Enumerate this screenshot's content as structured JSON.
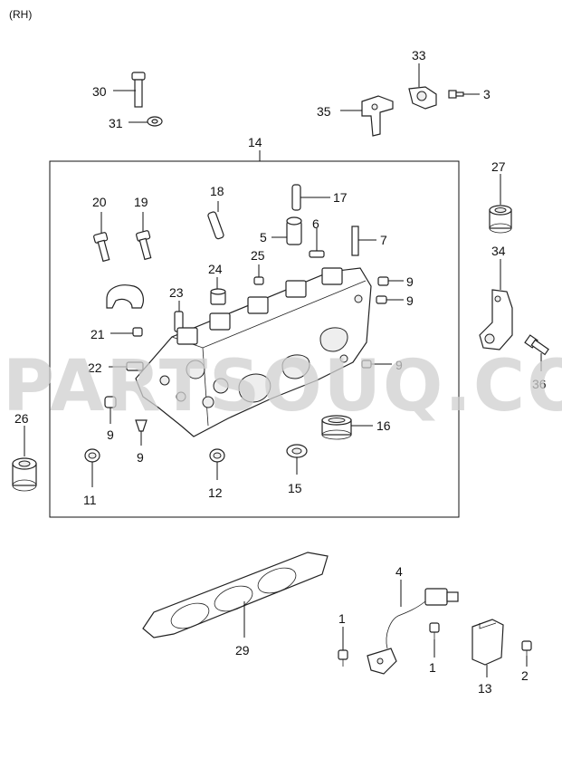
{
  "header": {
    "variant": "(RH)"
  },
  "watermark": {
    "text": "PARTSOUQ.COM"
  },
  "labels": {
    "p1a": "1",
    "p1b": "1",
    "p2": "2",
    "p3": "3",
    "p4": "4",
    "p5": "5",
    "p6": "6",
    "p7": "7",
    "p9a": "9",
    "p9b": "9",
    "p9c": "9",
    "p9d": "9",
    "p9e": "9",
    "p11": "11",
    "p12": "12",
    "p13": "13",
    "p14": "14",
    "p15": "15",
    "p16": "16",
    "p17": "17",
    "p18": "18",
    "p19": "19",
    "p20": "20",
    "p21": "21",
    "p22": "22",
    "p23": "23",
    "p24": "24",
    "p25": "25",
    "p26": "26",
    "p27": "27",
    "p29": "29",
    "p30": "30",
    "p31": "31",
    "p33": "33",
    "p34": "34",
    "p35": "35",
    "p36": "36"
  }
}
